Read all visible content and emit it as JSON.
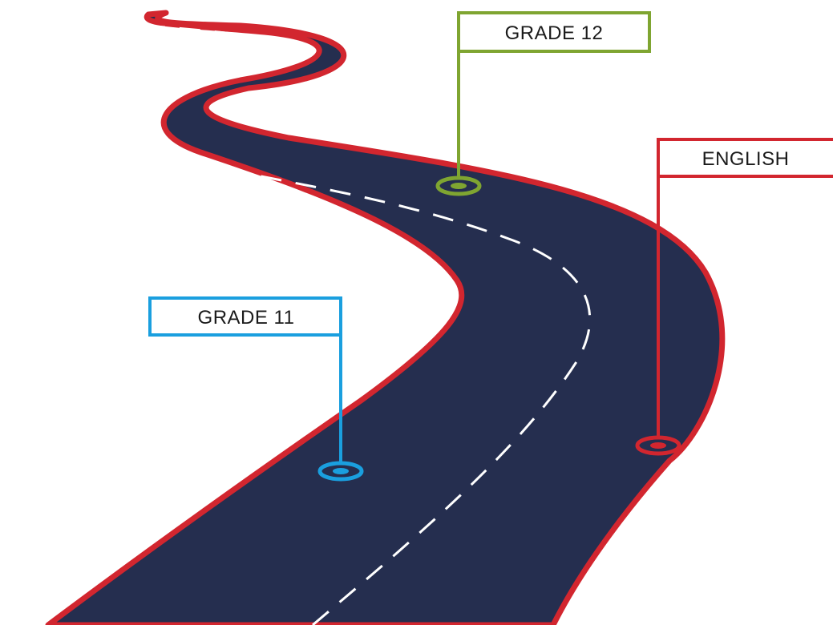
{
  "markers": [
    {
      "id": "grade-11",
      "label": "GRADE 11",
      "color": "#1a9fdf"
    },
    {
      "id": "grade-12",
      "label": "GRADE 12",
      "color": "#7fa531"
    },
    {
      "id": "english",
      "label": "ENGLISH",
      "color": "#d2262f"
    }
  ],
  "road": {
    "surface_color": "#252e4f",
    "edge_color": "#d2262f",
    "lane_color": "#ffffff"
  }
}
